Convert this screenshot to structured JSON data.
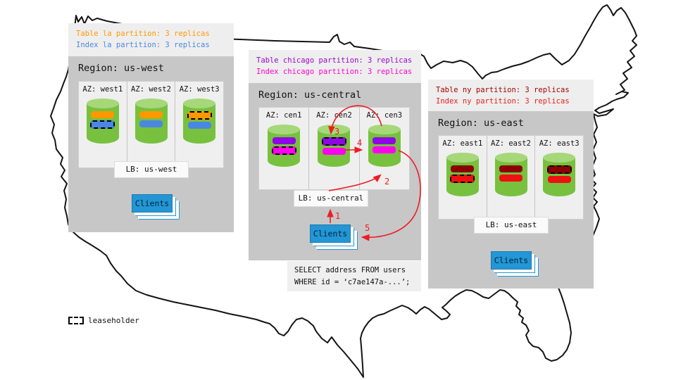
{
  "map": {
    "label": "united-states-outline",
    "stroke_color": "#141414"
  },
  "regions": [
    {
      "name": "us-west",
      "title": "Region: us-west",
      "note": {
        "table": "Table la partition: 3 replicas",
        "index": "Index la partition: 3 replicas",
        "table_color": "#ff9800",
        "index_color": "#4b87e2"
      },
      "azs": [
        {
          "label": "AZ: west1",
          "leaseholder": "index"
        },
        {
          "label": "AZ: west2",
          "leaseholder": "none"
        },
        {
          "label": "AZ: west3",
          "leaseholder": "table"
        }
      ],
      "lb": "LB: us-west",
      "clients": "Clients"
    },
    {
      "name": "us-central",
      "title": "Region: us-central",
      "note": {
        "table": "Table chicago partition: 3 replicas",
        "index": "Index chicago partition: 3 replicas",
        "table_color": "#9906cc",
        "index_color": "#ff00cc"
      },
      "azs": [
        {
          "label": "AZ: cen1",
          "leaseholder": "index"
        },
        {
          "label": "AZ: cen2",
          "leaseholder": "table"
        },
        {
          "label": "AZ: cen3",
          "leaseholder": "none"
        }
      ],
      "lb": "LB: us-central",
      "clients": "Clients"
    },
    {
      "name": "us-east",
      "title": "Region: us-east",
      "note": {
        "table": "Table ny partition: 3 replicas",
        "index": "Index ny partition: 3 replicas",
        "table_color": "#aa0000",
        "index_color": "#ee1c1c"
      },
      "azs": [
        {
          "label": "AZ: east1",
          "leaseholder": "index"
        },
        {
          "label": "AZ: east2",
          "leaseholder": "none"
        },
        {
          "label": "AZ: east3",
          "leaseholder": "table"
        }
      ],
      "lb": "LB: us-east",
      "clients": "Clients"
    }
  ],
  "query": {
    "line1": "SELECT address FROM users",
    "line2": "WHERE id = ‘c7ae147a-...’;"
  },
  "steps": [
    {
      "label": "1"
    },
    {
      "label": "2"
    },
    {
      "label": "3"
    },
    {
      "label": "4"
    },
    {
      "label": "5"
    }
  ],
  "legend": {
    "leaseholder": "leaseholder"
  },
  "colors": {
    "region_bg": "#c7c7c7",
    "az_bg": "#efefef",
    "note_bg": "#eeeeee",
    "cylinder_body": "#77c13e",
    "cylinder_top": "#a6d87a",
    "clients_blue": "#2396d5",
    "arrow_red": "#ed1c24",
    "bar_orange": "#ff9800",
    "bar_blue": "#4b87e2",
    "bar_purple": "#8f06e6",
    "bar_magenta": "#ff00f0",
    "bar_darkred": "#8b0000",
    "bar_red": "#ee1111"
  }
}
